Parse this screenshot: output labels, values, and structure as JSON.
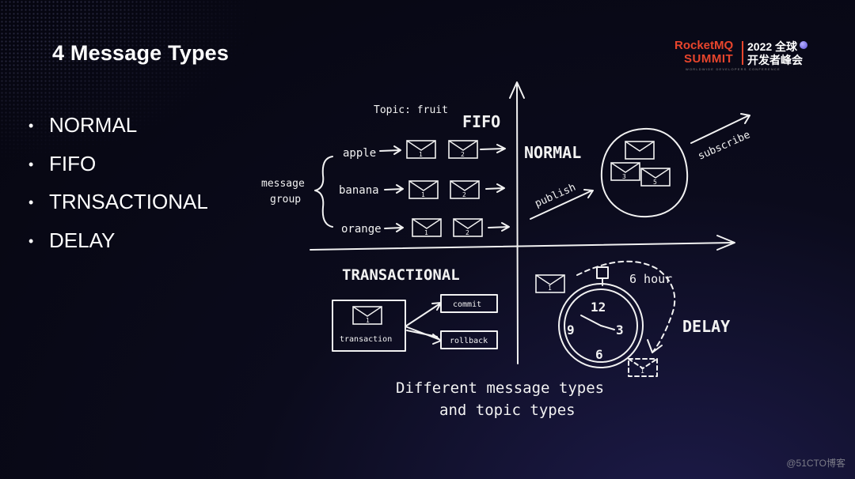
{
  "slide": {
    "title": "4 Message Types",
    "types": [
      "NORMAL",
      "FIFO",
      "TRNSACTIONAL",
      "DELAY"
    ]
  },
  "logo": {
    "brand_line1": "RocketMQ",
    "brand_line2": "SUMMIT",
    "year": "2022 全球",
    "conference": "开发者峰会",
    "subtitle": "WORLDWIDE DEVELOPERS CONFERENCE",
    "brand_color": "#e8452c"
  },
  "diagram": {
    "fifo": {
      "topic_label": "Topic: fruit",
      "heading": "FIFO",
      "group_label_1": "message",
      "group_label_2": "group",
      "groups": [
        "apple",
        "banana",
        "orange"
      ],
      "message_ids": [
        "1",
        "2"
      ]
    },
    "normal": {
      "heading": "NORMAL",
      "publish": "publish",
      "subscribe": "subscribe",
      "message_ids": [
        "3",
        "5"
      ]
    },
    "transactional": {
      "heading": "TRANSACTIONAL",
      "transaction": "transaction",
      "commit": "commit",
      "rollback": "rollback",
      "message_id": "1"
    },
    "delay": {
      "heading": "DELAY",
      "duration": "6 hour",
      "clock_numbers": [
        "12",
        "3",
        "6",
        "9"
      ],
      "message_id": "1"
    },
    "caption_line1": "Different message types",
    "caption_line2": "and topic types",
    "stroke_color": "#f2f2f2"
  },
  "watermark": "@51CTO博客"
}
